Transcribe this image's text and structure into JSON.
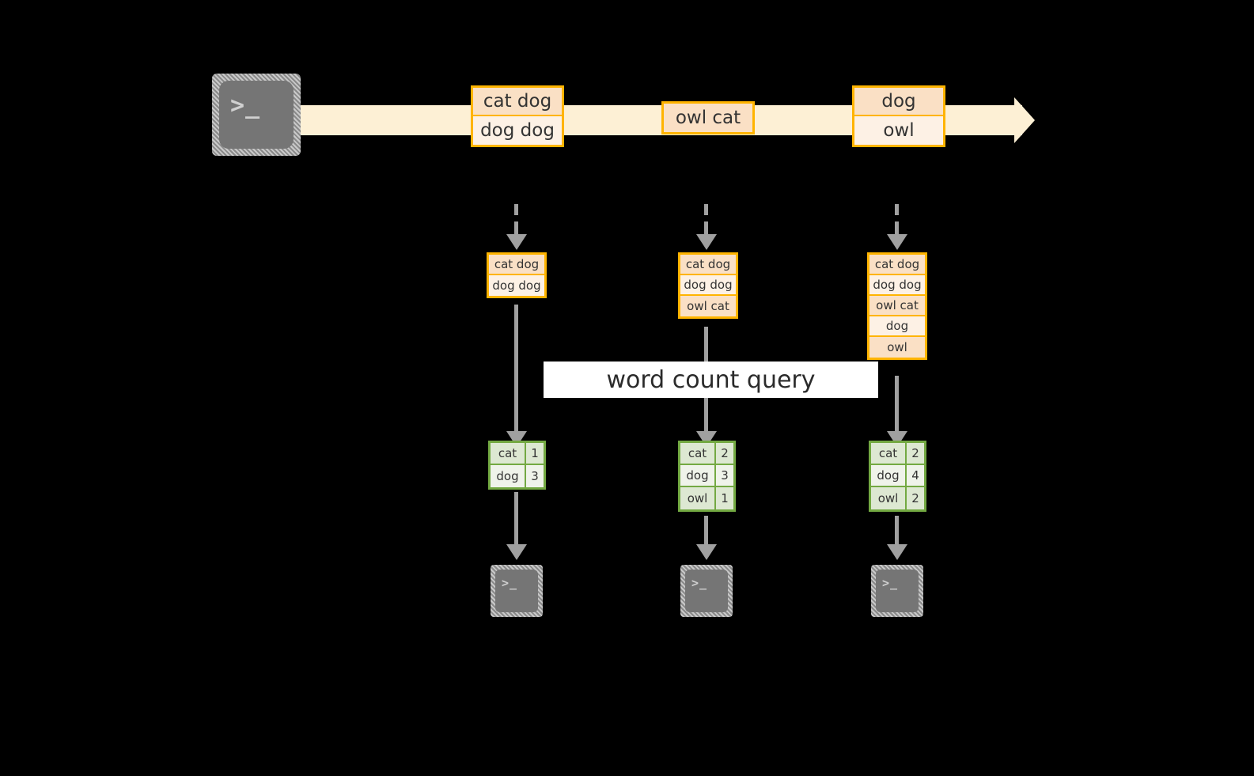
{
  "diagram": {
    "stream": {
      "source_icon": "terminal-icon",
      "source_glyph": ">_",
      "batches": [
        {
          "lines": [
            "cat dog",
            "dog dog"
          ]
        },
        {
          "lines": [
            "owl cat"
          ]
        },
        {
          "lines": [
            "dog",
            "owl"
          ]
        }
      ]
    },
    "microbatches": [
      {
        "lines": [
          "cat dog",
          "dog dog"
        ]
      },
      {
        "lines": [
          "cat dog",
          "dog dog",
          "owl cat"
        ]
      },
      {
        "lines": [
          "cat dog",
          "dog dog",
          "owl cat",
          "dog",
          "owl"
        ]
      }
    ],
    "query": {
      "label": "word count query"
    },
    "results": [
      {
        "rows": [
          {
            "word": "cat",
            "count": "1"
          },
          {
            "word": "dog",
            "count": "3"
          }
        ]
      },
      {
        "rows": [
          {
            "word": "cat",
            "count": "2"
          },
          {
            "word": "dog",
            "count": "3"
          },
          {
            "word": "owl",
            "count": "1"
          }
        ]
      },
      {
        "rows": [
          {
            "word": "cat",
            "count": "2"
          },
          {
            "word": "dog",
            "count": "4"
          },
          {
            "word": "owl",
            "count": "2"
          }
        ]
      }
    ],
    "sinks": [
      {
        "icon": "terminal-icon",
        "glyph": ">_"
      },
      {
        "icon": "terminal-icon",
        "glyph": ">_"
      },
      {
        "icon": "terminal-icon",
        "glyph": ">_"
      }
    ],
    "colors": {
      "stream_band": "#fdf0d5",
      "box_border": "#ffb400",
      "box_fill_dark": "#fae0c5",
      "box_fill_light": "#fdf1e5",
      "table_border": "#73a942",
      "table_fill_dark": "#dde8d2",
      "table_fill_light": "#eff3ea",
      "connector": "#a0a0a0",
      "terminal_body": "#757575",
      "background": "#000000"
    }
  }
}
